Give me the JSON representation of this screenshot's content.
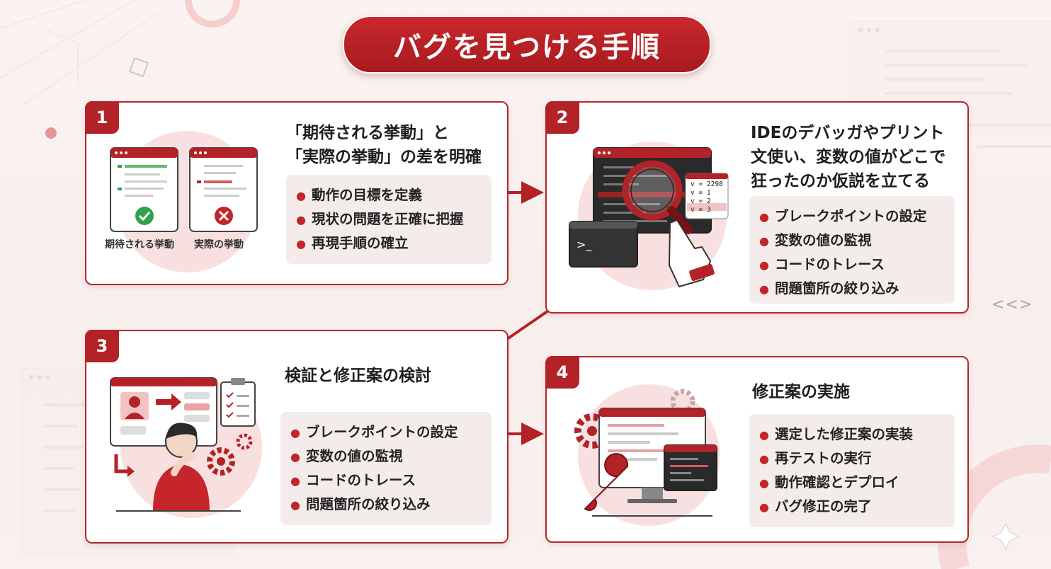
{
  "title": "バグを見つける手順",
  "steps": [
    {
      "number": "1",
      "heading_lines": [
        "「期待される挙動」と",
        "「実際の挙動」の差を明確"
      ],
      "bullets": [
        "動作の目標を定義",
        "現状の問題を正確に把握",
        "再現手順の確立"
      ],
      "illustration_captions": [
        "期待される挙動",
        "実際の挙動"
      ]
    },
    {
      "number": "2",
      "heading_lines": [
        "IDEのデバッガやプリント",
        "文使い、変数の値がどこで",
        "狂ったのか仮説を立てる"
      ],
      "bullets": [
        "ブレークポイントの設定",
        "変数の値の監視",
        "コードのトレース",
        "問題箇所の絞り込み"
      ],
      "variable_readout": [
        "v = 2298",
        "v = 1",
        "v = 2",
        "v = 3"
      ]
    },
    {
      "number": "3",
      "heading_lines": [
        "検証と修正案の検討"
      ],
      "bullets": [
        "ブレークポイントの設定",
        "変数の値の監視",
        "コードのトレース",
        "問題箇所の絞り込み"
      ]
    },
    {
      "number": "4",
      "heading_lines": [
        "修正案の実施"
      ],
      "bullets": [
        "選定した修正案の実装",
        "再テストの実行",
        "動作確認とデプロイ",
        "バグ修正の完了"
      ]
    }
  ],
  "decor": {
    "code_brackets": "<<>",
    "terminal_prompt": ">_"
  },
  "colors": {
    "accent": "#b32227",
    "panel": "#f4ecea",
    "ok": "#2fa34a"
  }
}
